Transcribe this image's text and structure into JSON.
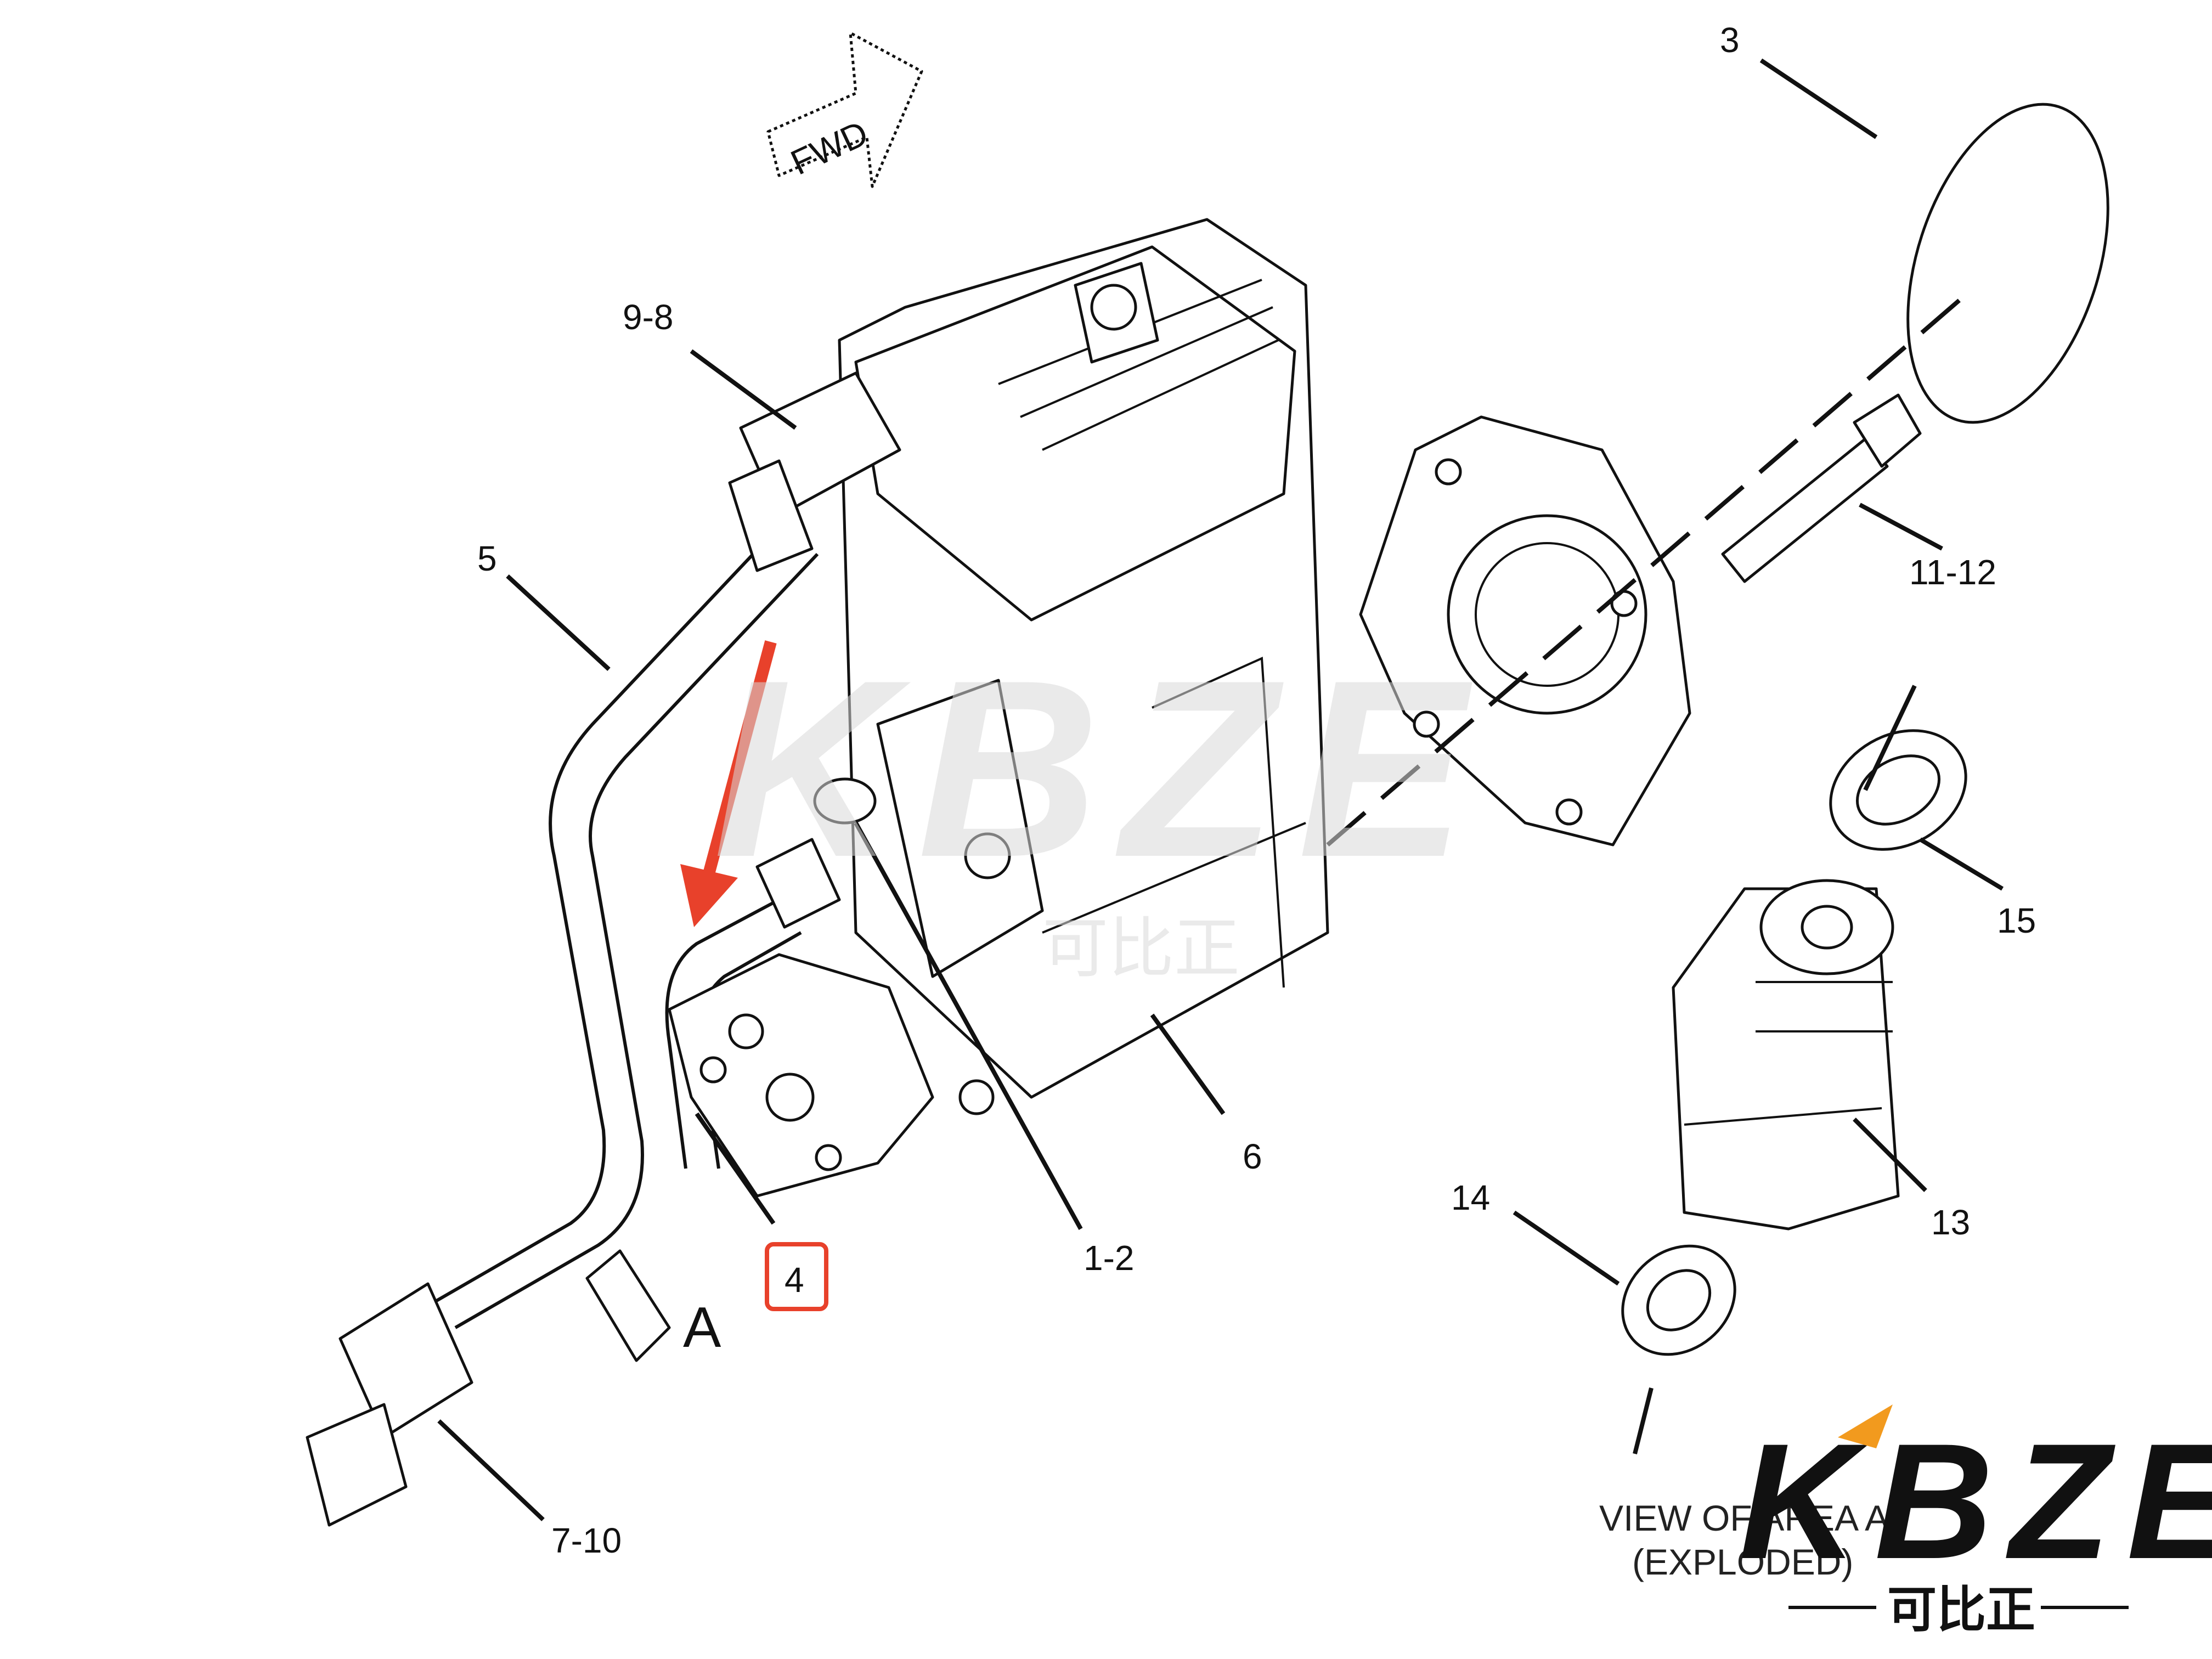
{
  "fwd_label": "FWD",
  "callouts": {
    "c3": "3",
    "c9_8": "9-8",
    "c5": "5",
    "c11_12": "11-12",
    "c15": "15",
    "c6": "6",
    "c1_2": "1-2",
    "c4": "4",
    "c13": "13",
    "c14": "14",
    "c7_10": "7-10",
    "area_a": "A"
  },
  "view_caption": {
    "line1": "VIEW OF AREA A",
    "line2": "(EXPLODED)"
  },
  "watermark": {
    "logo": "KBZE",
    "chinese": "可比正"
  },
  "colors": {
    "highlight_red": "#e8412b",
    "logo_orange": "#f29a1e",
    "logo_black": "#111111",
    "watermark_gray": "#d9d9d9"
  }
}
